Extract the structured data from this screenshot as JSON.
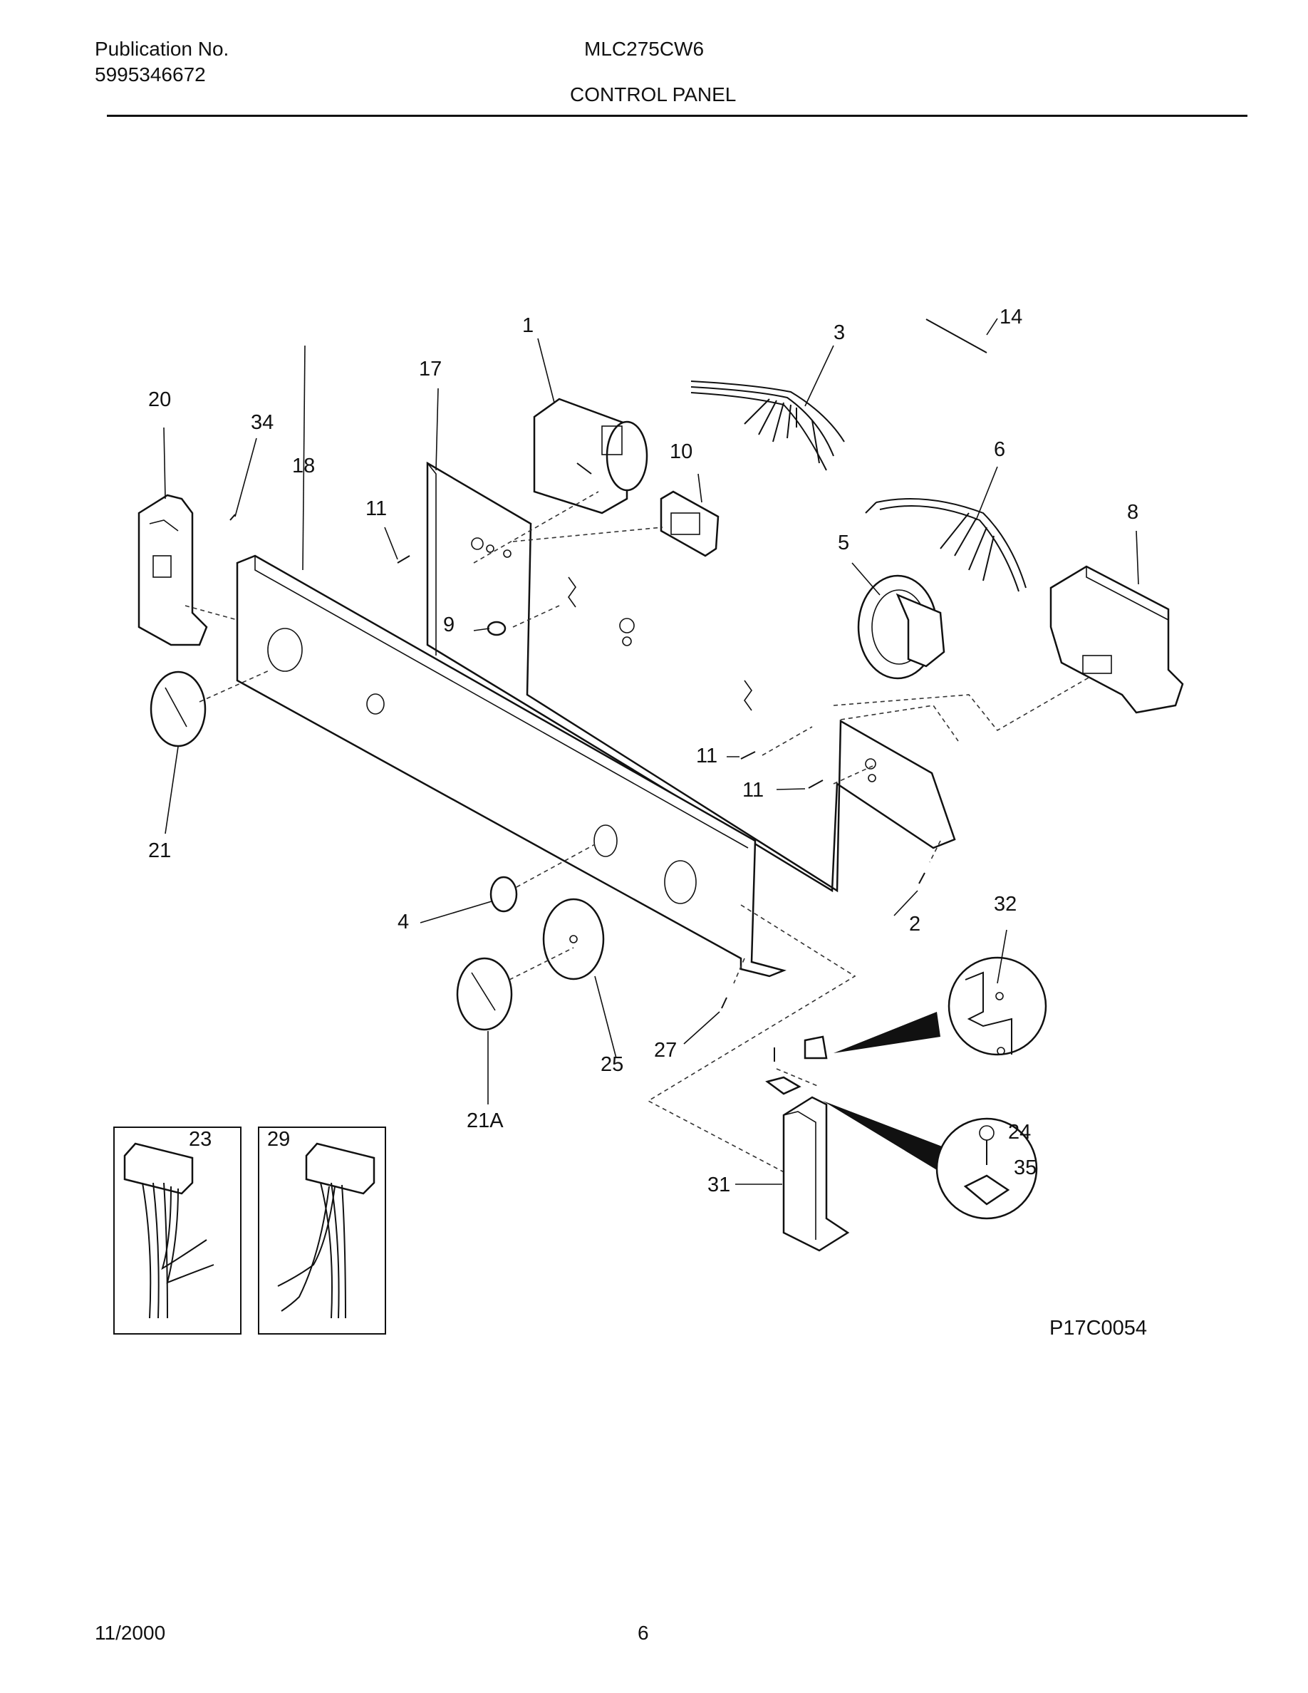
{
  "header": {
    "publication_label": "Publication No.",
    "publication_number": "5995346672",
    "model": "MLC275CW6",
    "section_title": "CONTROL PANEL"
  },
  "diagram": {
    "callouts": {
      "c1": "1",
      "c2": "2",
      "c3": "3",
      "c4": "4",
      "c5": "5",
      "c6": "6",
      "c8": "8",
      "c9": "9",
      "c10": "10",
      "c11a": "11",
      "c11b": "11",
      "c11c": "11",
      "c14": "14",
      "c17": "17",
      "c18": "18",
      "c20": "20",
      "c21": "21",
      "c21a": "21A",
      "c23": "23",
      "c24": "24",
      "c25": "25",
      "c27": "27",
      "c29": "29",
      "c31": "31",
      "c32": "32",
      "c34": "34",
      "c35": "35"
    },
    "drawing_code": "P17C0054"
  },
  "footer": {
    "date": "11/2000",
    "page": "6"
  }
}
